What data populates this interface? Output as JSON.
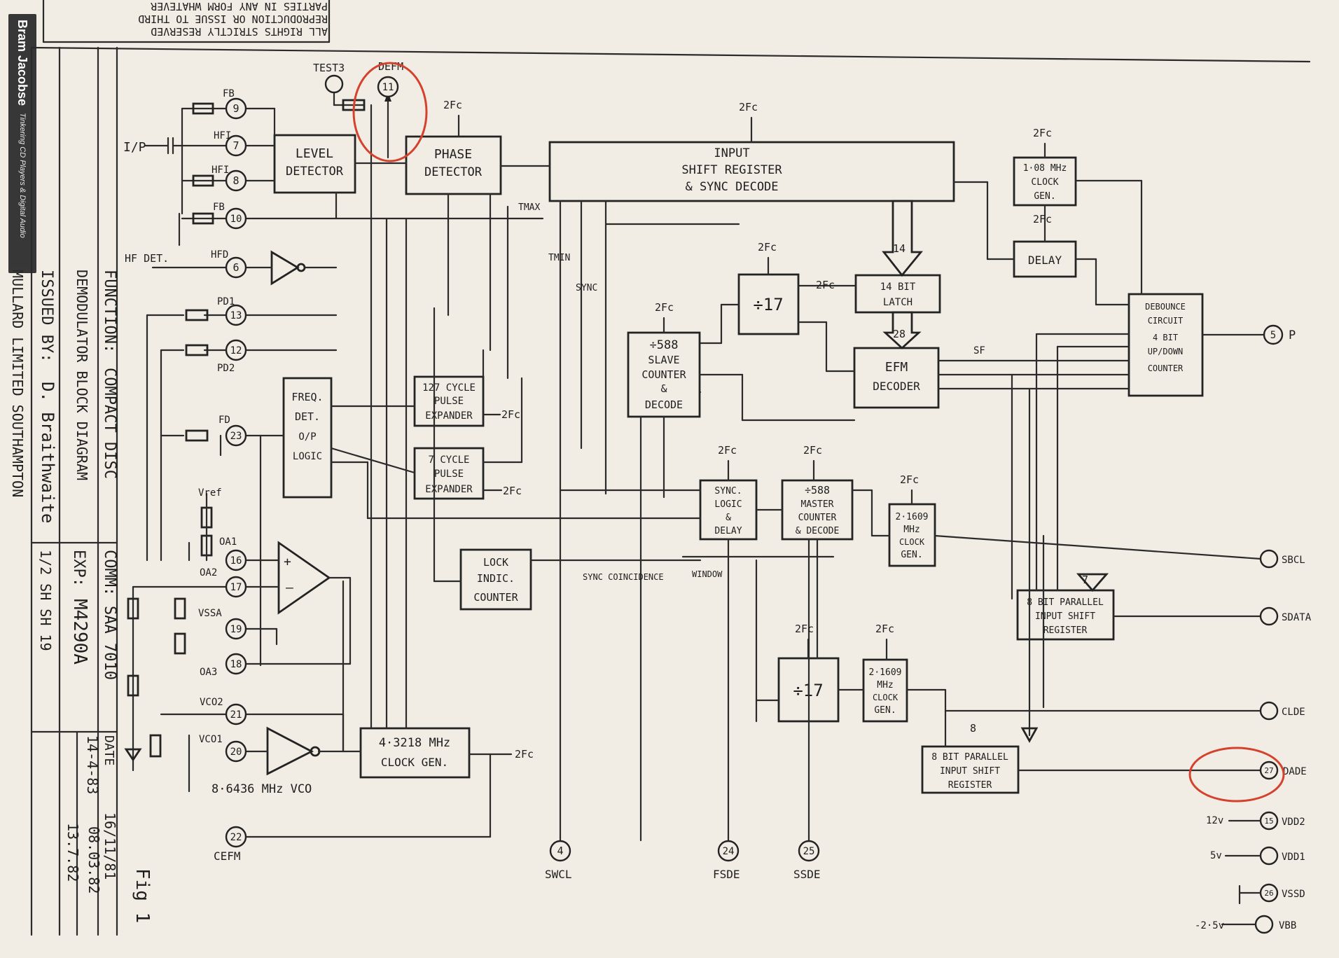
{
  "watermark": {
    "name": "Bram Jacobse",
    "tagline": "Tinkering CD Players & Digital Audio"
  },
  "rights_notice": [
    "ALL RIGHTS STRICTLY RESERVED",
    "REPRODUCTION OR ISSUE TO THIRD",
    "PARTIES IN ANY FORM WHATEVER"
  ],
  "title_block": {
    "function_label": "FUNCTION:",
    "function_line1": "COMPACT DISC",
    "function_line2": "DEMODULATOR BLOCK DIAGRAM",
    "comm_label": "COMM:",
    "comm_value": "SAA 7010",
    "exp_label": "EXP:",
    "exp_value": "M4290A",
    "issued_label": "ISSUED BY:",
    "issued_value": "D. Braithwaite",
    "sheet": "1/2  SH  SH  19",
    "company": "MULLARD LIMITED  SOUTHAMPTON",
    "date_label": "DATE",
    "dates": [
      "16/11/81",
      "14-4-83",
      "08.03.82",
      "13.7.82"
    ],
    "figure": "Fig 1"
  },
  "blocks": {
    "level_detector": [
      "LEVEL",
      "DETECTOR"
    ],
    "phase_detector": [
      "PHASE",
      "DETECTOR"
    ],
    "input_shift": [
      "INPUT",
      "SHIFT REGISTER",
      "& SYNC DECODE"
    ],
    "clock_108": [
      "1·08 MHz",
      "CLOCK",
      "GEN."
    ],
    "delay": [
      "DELAY"
    ],
    "debounce": [
      "DEBOUNCE",
      "CIRCUIT",
      "4 BIT",
      "UP/DOWN",
      "COUNTER"
    ],
    "div17_top": [
      "÷17"
    ],
    "latch": [
      "14 BIT",
      "LATCH"
    ],
    "efm_decoder": [
      "EFM",
      "DECODER"
    ],
    "slave_counter": [
      "÷588",
      "SLAVE",
      "COUNTER",
      "&",
      "DECODE"
    ],
    "freq_det": [
      "FREQ.",
      "DET.",
      "O/P",
      "LOGIC"
    ],
    "pulse127": [
      "127 CYCLE",
      "PULSE",
      "EXPANDER"
    ],
    "pulse7": [
      "7 CYCLE",
      "PULSE",
      "EXPANDER"
    ],
    "sync_logic": [
      "SYNC.",
      "LOGIC",
      "&",
      "DELAY"
    ],
    "master_counter": [
      "÷588",
      "MASTER",
      "COUNTER",
      "& DECODE"
    ],
    "clock_21609_top": [
      "2·1609",
      "MHz",
      "CLOCK",
      "GEN."
    ],
    "lock_counter": [
      "LOCK",
      "INDIC.",
      "COUNTER"
    ],
    "shift8_top": [
      "8 BIT PARALLEL",
      "INPUT SHIFT",
      "REGISTER"
    ],
    "div17_bottom": [
      "÷17"
    ],
    "clock_21609_bottom": [
      "2·1609",
      "MHz",
      "CLOCK",
      "GEN."
    ],
    "shift8_bottom": [
      "8 BIT PARALLEL",
      "INPUT SHIFT",
      "REGISTER"
    ],
    "clock_43218": [
      "4·3218 MHz",
      "CLOCK GEN."
    ]
  },
  "pins": {
    "test3": "TEST3",
    "defm": "DEFM",
    "defm_num": "11",
    "fb_bar": "FB",
    "fb_bar_num": "9",
    "hfi": "HFI",
    "hfi_num": "7",
    "hfi_bar": "HFI",
    "hfi_bar_num": "8",
    "fb": "FB",
    "fb_num": "10",
    "hfd": "HFD",
    "hfd_num": "6",
    "pd1": "PD1",
    "pd1_num": "13",
    "pd2": "PD2",
    "pd2_num": "12",
    "fd": "FD",
    "fd_num": "23",
    "vref": "Vref",
    "oa1": "OA1",
    "oa1_num": "16",
    "oa2": "OA2",
    "oa2_num": "17",
    "vssa": "VSSA",
    "vssa_num": "19",
    "oa3": "OA3",
    "oa3_num": "18",
    "vco2": "VCO2",
    "vco2_num": "21",
    "vco1": "VCO1",
    "vco1_num": "20",
    "cefm": "CEFM",
    "cefm_num": "22",
    "swcl": "SWCL",
    "swcl_num": "4",
    "fsde": "FSDE",
    "fsde_num": "24",
    "ssde": "SSDE",
    "ssde_num": "25",
    "p": "P",
    "p_num": "5",
    "sbcl": "SBCL",
    "sdata": "SDATA",
    "clde": "CLDE",
    "dade": "DADE",
    "dade_num": "27",
    "vdd2": "VDD2",
    "vdd2_num": "15",
    "vdd1": "VDD1",
    "vss": "VSSD",
    "vss_num": "26",
    "vbb": "VBB",
    "v12": "12v",
    "v5": "5v",
    "vneg": "-2·5v"
  },
  "labels": {
    "input": "I/P",
    "hf_det": "HF DET.",
    "tmax": "TMAX",
    "tmin": "TMIN",
    "sync": "SYNC",
    "sf": "SF",
    "bus14": "14",
    "bus28": "28",
    "bus7": "7",
    "bus8": "8",
    "sync_coincidence": "SYNC COINCIDENCE",
    "window": "WINDOW",
    "vco": "8·6436 MHz VCO",
    "clock2fc": "2Fc"
  }
}
